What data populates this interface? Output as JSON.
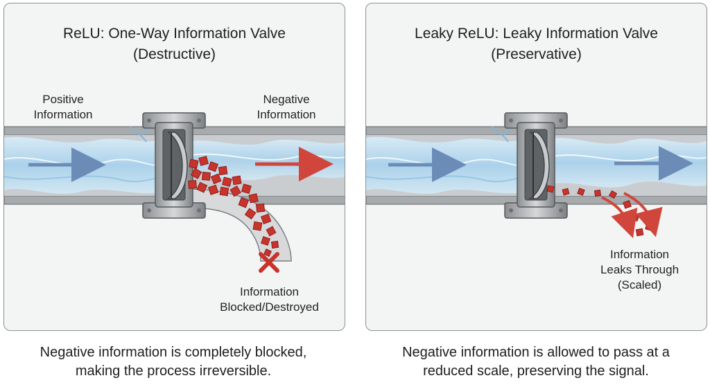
{
  "left_panel": {
    "title_line1": "ReLU: One-Way Information Valve",
    "title_line2": "(Destructive)",
    "positive_label_line1": "Positive",
    "positive_label_line2": "Information",
    "negative_label_line1": "Negative",
    "negative_label_line2": "Information",
    "blocked_label_line1": "Information",
    "blocked_label_line2": "Blocked/Destroyed",
    "caption_line1": "Negative information is completely blocked,",
    "caption_line2": "making the process irreversible."
  },
  "right_panel": {
    "title_line1": "Leaky ReLU: Leaky Information Valve",
    "title_line2": "(Preservative)",
    "leak_label_line1": "Information",
    "leak_label_line2": "Leaks Through",
    "leak_label_line3": "(Scaled)",
    "caption_line1": "Negative information is allowed to pass at a",
    "caption_line2": "reduced scale, preserving the signal."
  },
  "colors": {
    "water": "#bfdcee",
    "pipe": "#9ea2a5",
    "positive_arrow": "#6c8cb8",
    "negative_arrow": "#d0463c",
    "cube": "#c8332c"
  }
}
